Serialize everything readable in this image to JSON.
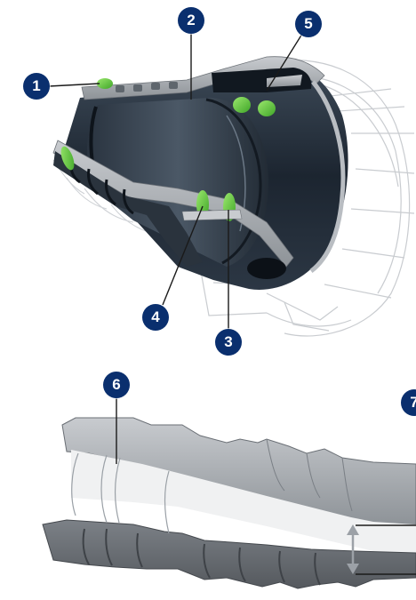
{
  "colors": {
    "callout": "#0a2f6e",
    "seal_green": "#5bc236",
    "body_dark": "#1f2a36",
    "metal_grey": "#a9adb2",
    "outline_grey": "#c9ccd0"
  },
  "callouts": [
    {
      "id": "callout-1",
      "label": "1"
    },
    {
      "id": "callout-2",
      "label": "2"
    },
    {
      "id": "callout-3",
      "label": "3"
    },
    {
      "id": "callout-4",
      "label": "4"
    },
    {
      "id": "callout-5",
      "label": "5"
    },
    {
      "id": "callout-6",
      "label": "6"
    },
    {
      "id": "callout-7",
      "label": "7"
    }
  ]
}
